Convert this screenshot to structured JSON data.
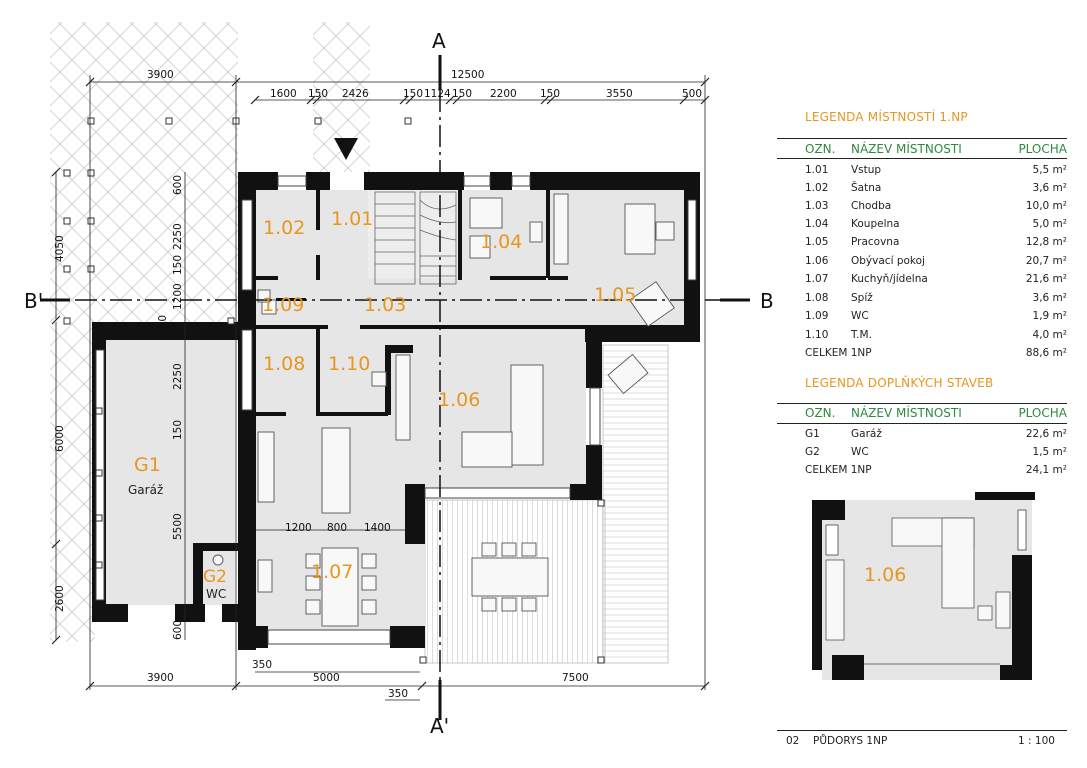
{
  "plan": {
    "rooms": [
      {
        "id": "1.01"
      },
      {
        "id": "1.02"
      },
      {
        "id": "1.03"
      },
      {
        "id": "1.04"
      },
      {
        "id": "1.05"
      },
      {
        "id": "1.06"
      },
      {
        "id": "1.07"
      },
      {
        "id": "1.08"
      },
      {
        "id": "1.09"
      },
      {
        "id": "1.10"
      }
    ],
    "garage": {
      "id": "G1",
      "name": "Garáž"
    },
    "wc": {
      "id": "G2",
      "name": "WC"
    },
    "detail_room": "1.06",
    "section_marks": {
      "a_top": "A",
      "a_bottom": "A'",
      "b_left": "B'",
      "b_right": "B"
    },
    "dims_top": {
      "overall": "12500",
      "garage": "3900",
      "chain": [
        "1600",
        "150",
        "2426",
        "150",
        "1124",
        "150",
        "2200",
        "150",
        "3550",
        "500"
      ]
    },
    "dims_bottom": {
      "garage": "3900",
      "d350a": "350",
      "d5000": "5000",
      "d350b": "350",
      "d7500": "7500"
    },
    "dims_left": {
      "overall1": "4050",
      "overall2": "6000",
      "overall3": "2600",
      "d150": "150"
    },
    "dims_inner_vertical": [
      "600",
      "2250",
      "150",
      "1200",
      "2250",
      "150",
      "5500",
      "600"
    ],
    "dims_inner_horizontal": [
      "1200",
      "800",
      "1400"
    ]
  },
  "legend_rooms": {
    "title": "LEGENDA MÍSTNOSTÍ 1.NP",
    "headers": {
      "ozn": "OZN.",
      "name": "NÁZEV MÍSTNOSTI",
      "area": "PLOCHA"
    },
    "rows": [
      {
        "ozn": "1.01",
        "name": "Vstup",
        "area": "5,5 m²"
      },
      {
        "ozn": "1.02",
        "name": "Šatna",
        "area": "3,6 m²"
      },
      {
        "ozn": "1.03",
        "name": "Chodba",
        "area": "10,0 m²"
      },
      {
        "ozn": "1.04",
        "name": "Koupelna",
        "area": "5,0 m²"
      },
      {
        "ozn": "1.05",
        "name": "Pracovna",
        "area": "12,8 m²"
      },
      {
        "ozn": "1.06",
        "name": "Obývací pokoj",
        "area": "20,7 m²"
      },
      {
        "ozn": "1.07",
        "name": "Kuchyň/jídelna",
        "area": "21,6 m²"
      },
      {
        "ozn": "1.08",
        "name": "Spíž",
        "area": "3,6 m²"
      },
      {
        "ozn": "1.09",
        "name": "WC",
        "area": "1,9 m²"
      },
      {
        "ozn": "1.10",
        "name": "T.M.",
        "area": "4,0 m²"
      }
    ],
    "total": {
      "label": "CELKEM 1NP",
      "area": "88,6 m²"
    }
  },
  "legend_extra": {
    "title": "LEGENDA DOPLŇKÝCH STAVEB",
    "headers": {
      "ozn": "OZN.",
      "name": "NÁZEV MÍSTNOSTI",
      "area": "PLOCHA"
    },
    "rows": [
      {
        "ozn": "G1",
        "name": "Garáž",
        "area": "22,6 m²"
      },
      {
        "ozn": "G2",
        "name": "WC",
        "area": "1,5 m²"
      }
    ],
    "total": {
      "label": "CELKEM 1NP",
      "area": "24,1 m²"
    }
  },
  "footer": {
    "number": "02",
    "title": "PŮDORYS 1NP",
    "scale": "1 : 100"
  },
  "colors": {
    "label": "#e8961e",
    "header": "#2f8a3f",
    "wall": "#111111",
    "floor": "#e6e6e6"
  }
}
